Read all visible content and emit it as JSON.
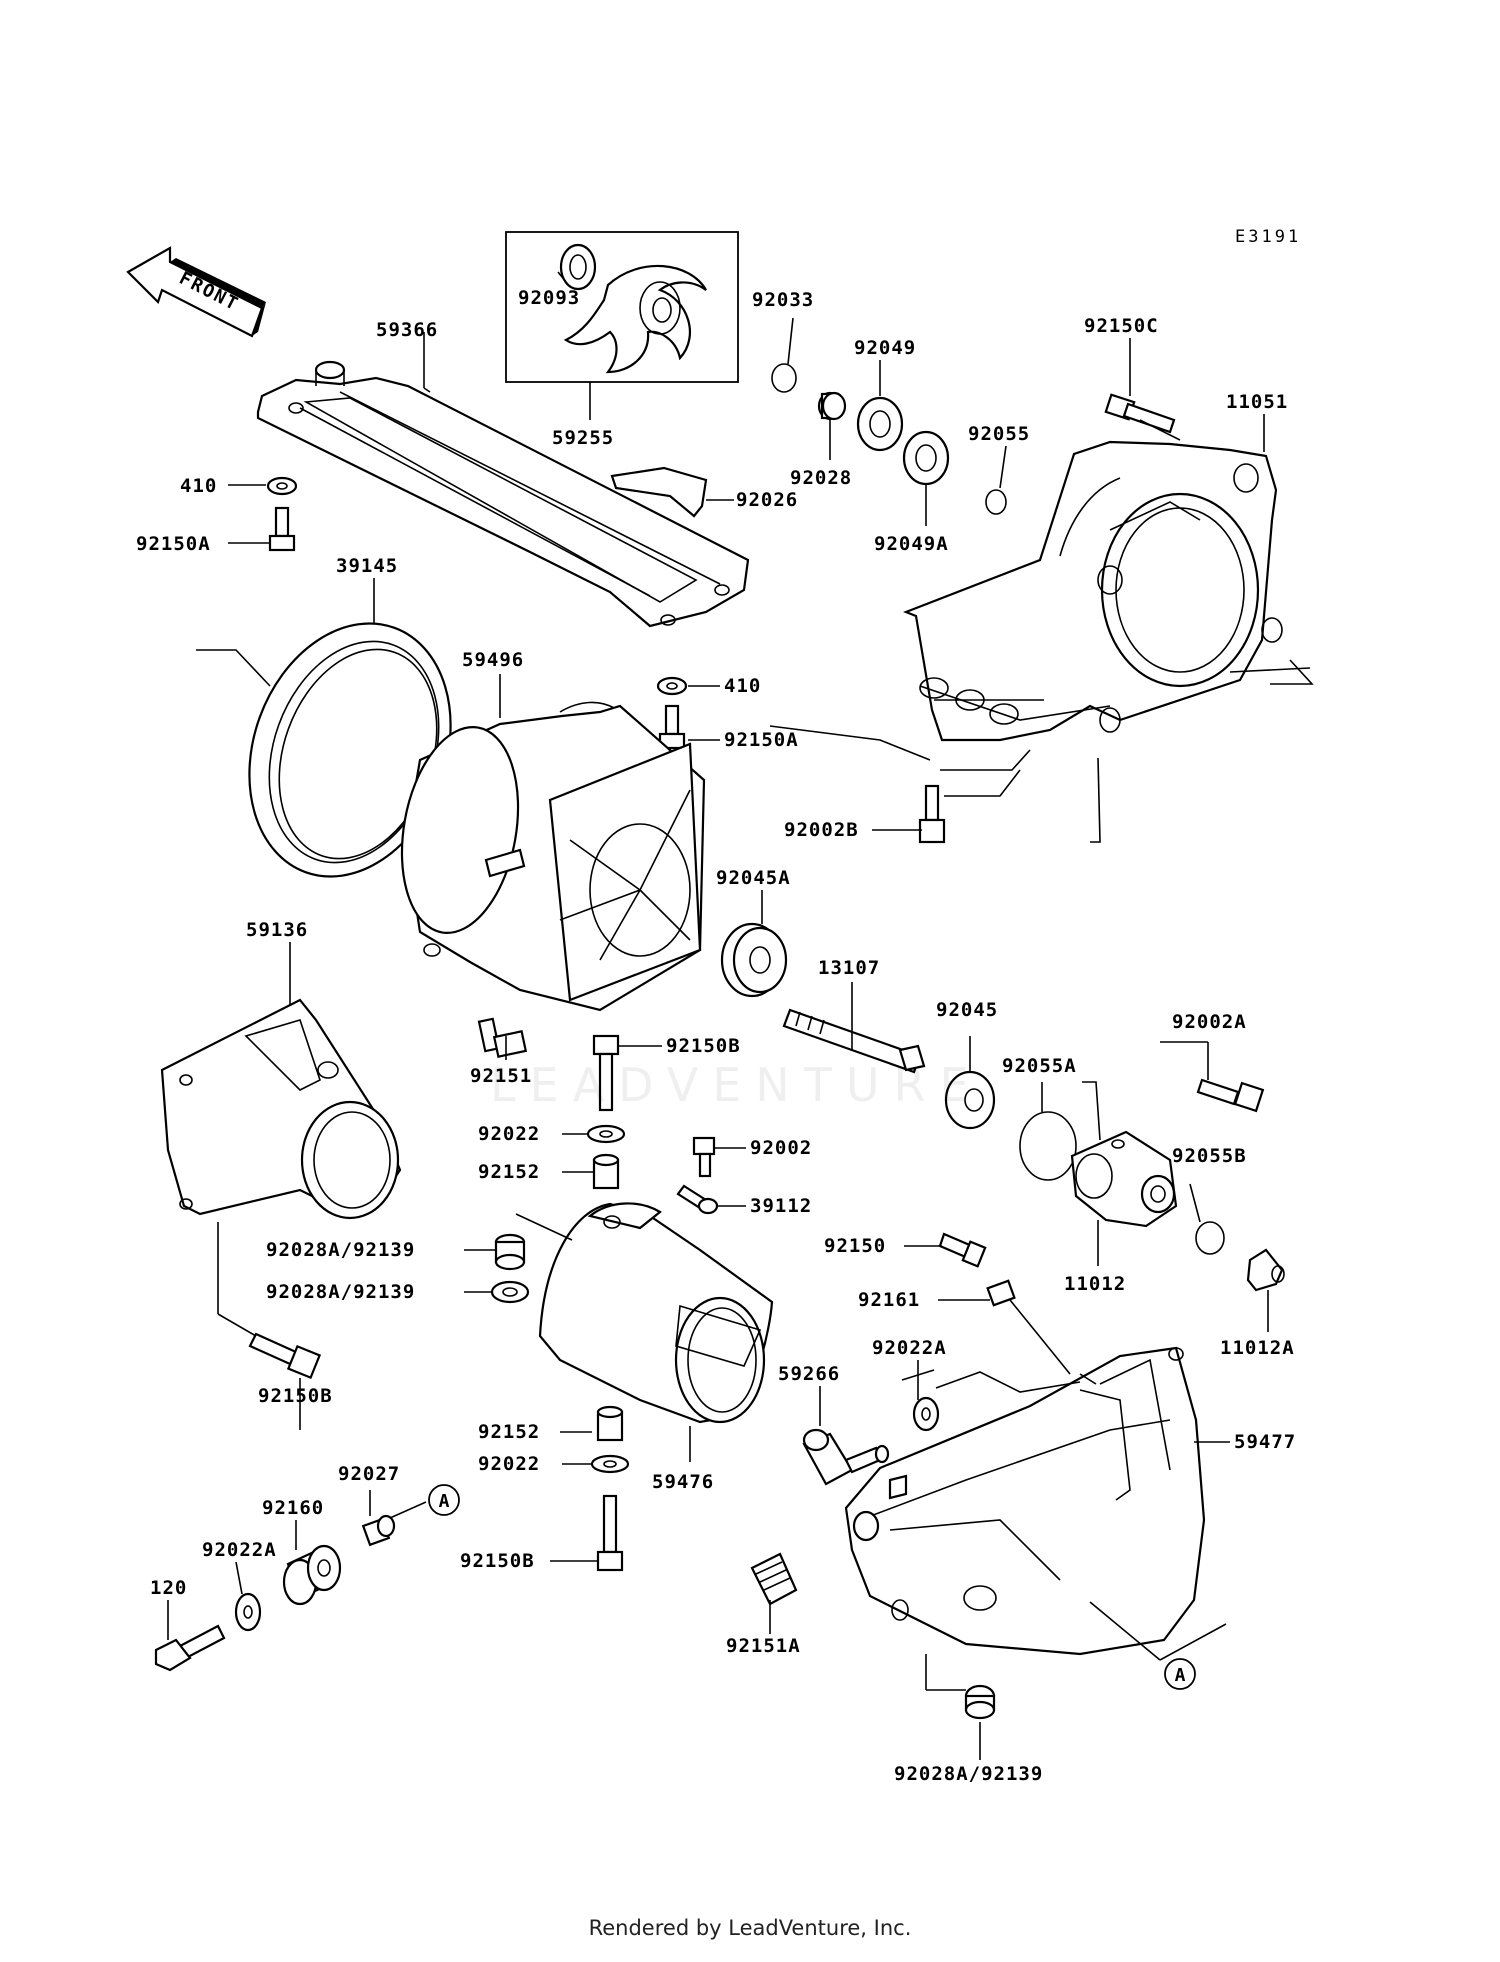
{
  "diagram_code": "E3191",
  "front_arrow_label": "FRONT",
  "watermark": "LEADVENTURE",
  "footer": "Rendered by LeadVenture, Inc.",
  "reference_marker": "A",
  "callouts": [
    {
      "id": "c-59366",
      "label": "59366"
    },
    {
      "id": "c-92093",
      "label": "92093"
    },
    {
      "id": "c-59255",
      "label": "59255"
    },
    {
      "id": "c-92033",
      "label": "92033"
    },
    {
      "id": "c-92049",
      "label": "92049"
    },
    {
      "id": "c-92028",
      "label": "92028"
    },
    {
      "id": "c-92049a",
      "label": "92049A"
    },
    {
      "id": "c-92055",
      "label": "92055"
    },
    {
      "id": "c-92150c",
      "label": "92150C"
    },
    {
      "id": "c-11051",
      "label": "11051"
    },
    {
      "id": "c-410a",
      "label": "410"
    },
    {
      "id": "c-92150a-1",
      "label": "92150A"
    },
    {
      "id": "c-92026",
      "label": "92026"
    },
    {
      "id": "c-39145",
      "label": "39145"
    },
    {
      "id": "c-59496",
      "label": "59496"
    },
    {
      "id": "c-410b",
      "label": "410"
    },
    {
      "id": "c-92150a-2",
      "label": "92150A"
    },
    {
      "id": "c-92002b",
      "label": "92002B"
    },
    {
      "id": "c-92045a",
      "label": "92045A"
    },
    {
      "id": "c-59136",
      "label": "59136"
    },
    {
      "id": "c-13107",
      "label": "13107"
    },
    {
      "id": "c-92045",
      "label": "92045"
    },
    {
      "id": "c-92002a",
      "label": "92002A"
    },
    {
      "id": "c-92151",
      "label": "92151"
    },
    {
      "id": "c-92150b-1",
      "label": "92150B"
    },
    {
      "id": "c-92055a",
      "label": "92055A"
    },
    {
      "id": "c-92022-1",
      "label": "92022"
    },
    {
      "id": "c-92002",
      "label": "92002"
    },
    {
      "id": "c-92152-1",
      "label": "92152"
    },
    {
      "id": "c-39112",
      "label": "39112"
    },
    {
      "id": "c-92055b",
      "label": "92055B"
    },
    {
      "id": "c-92028a-1",
      "label": "92028A/92139"
    },
    {
      "id": "c-92150",
      "label": "92150"
    },
    {
      "id": "c-11012",
      "label": "11012"
    },
    {
      "id": "c-92028a-2",
      "label": "92028A/92139"
    },
    {
      "id": "c-92161",
      "label": "92161"
    },
    {
      "id": "c-11012a",
      "label": "11012A"
    },
    {
      "id": "c-92022a-1",
      "label": "92022A"
    },
    {
      "id": "c-59266",
      "label": "59266"
    },
    {
      "id": "c-92150b-2",
      "label": "92150B"
    },
    {
      "id": "c-59477",
      "label": "59477"
    },
    {
      "id": "c-92152-2",
      "label": "92152"
    },
    {
      "id": "c-92022-2",
      "label": "92022"
    },
    {
      "id": "c-59476",
      "label": "59476"
    },
    {
      "id": "c-92027",
      "label": "92027"
    },
    {
      "id": "c-92160",
      "label": "92160"
    },
    {
      "id": "c-92150b-3",
      "label": "92150B"
    },
    {
      "id": "c-92022a-2",
      "label": "92022A"
    },
    {
      "id": "c-120",
      "label": "120"
    },
    {
      "id": "c-92151a",
      "label": "92151A"
    },
    {
      "id": "c-92028a-3",
      "label": "92028A/92139"
    }
  ]
}
